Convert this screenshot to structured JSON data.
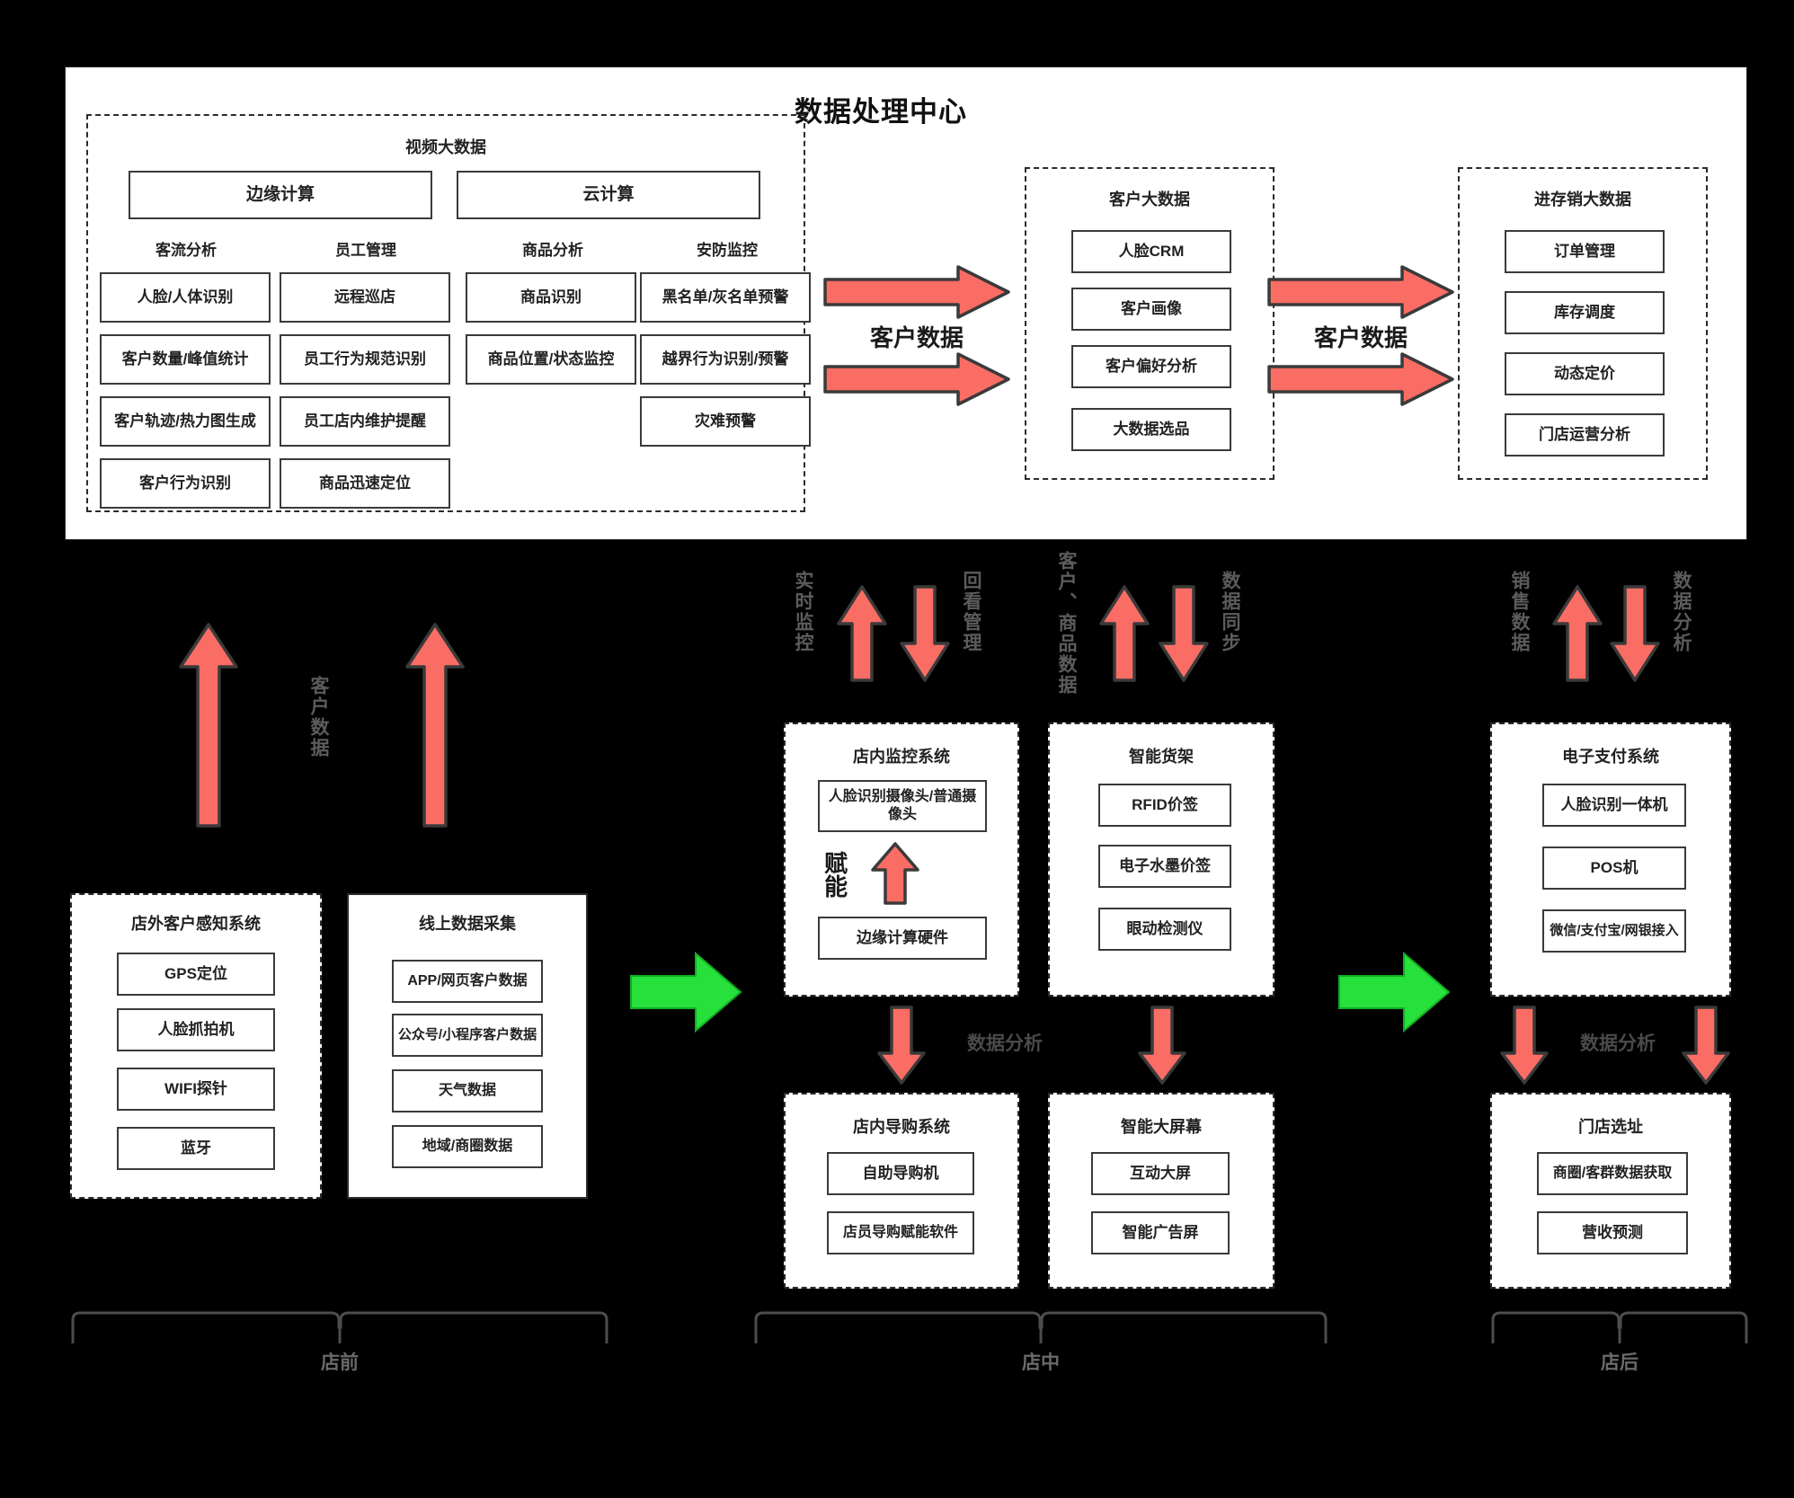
{
  "diagram": {
    "title": "数据处理中心",
    "colors": {
      "arrow_red": "#FA6D64",
      "arrow_green": "#28E03C",
      "box_stroke": "#3a3a3a",
      "panel_bg": "#ffffff"
    }
  },
  "video_big_data": {
    "title": "视频大数据",
    "compute": [
      {
        "label": "边缘计算"
      },
      {
        "label": "云计算"
      }
    ],
    "groups": [
      {
        "title": "客流分析",
        "items": [
          "人脸/人体识别",
          "客户数量/峰值统计",
          "客户轨迹/热力图生成",
          "客户行为识别"
        ]
      },
      {
        "title": "员工管理",
        "items": [
          "远程巡店",
          "员工行为规范识别",
          "员工店内维护提醒",
          "商品迅速定位"
        ]
      },
      {
        "title": "商品分析",
        "items": [
          "商品识别",
          "商品位置/状态监控"
        ]
      },
      {
        "title": "安防监控",
        "items": [
          "黑名单/灰名单预警",
          "越界行为识别/预警",
          "灾难预警"
        ]
      }
    ]
  },
  "customer_big_data": {
    "title": "客户大数据",
    "items": [
      "人脸CRM",
      "客户画像",
      "客户偏好分析",
      "大数据选品"
    ]
  },
  "inventory_big_data": {
    "title": "进存销大数据",
    "items": [
      "订单管理",
      "库存调度",
      "动态定价",
      "门店运营分析"
    ]
  },
  "top_arrow_labels": {
    "left": "客户数据",
    "right": "客户数据"
  },
  "vertical_labels": {
    "left_customer_data": "客户数据",
    "realtime_monitor": "实时监控",
    "playback_manage": "回看管理",
    "customer_product_data": "客户、商品数据",
    "data_sync": "数据同步",
    "sales_data": "销售数据",
    "data_analysis_right": "数据分析"
  },
  "mid_labels": {
    "data_analysis_center": "数据分析",
    "data_analysis_right": "数据分析",
    "enable": "赋能"
  },
  "store_front": {
    "outside_sensing": {
      "title": "店外客户感知系统",
      "items": [
        "GPS定位",
        "人脸抓拍机",
        "WIFI探针",
        "蓝牙"
      ]
    },
    "online_collect": {
      "title": "线上数据采集",
      "items": [
        "APP/网页客户数据",
        "公众号/小程序客户数据",
        "天气数据",
        "地域/商圈数据"
      ]
    }
  },
  "store_mid": {
    "monitor_system": {
      "title": "店内监控系统",
      "top_item": "人脸识别摄像头/普通摄像头",
      "bottom_item": "边缘计算硬件"
    },
    "smart_shelf": {
      "title": "智能货架",
      "items": [
        "RFID价签",
        "电子水墨价签",
        "眼动检测仪"
      ]
    },
    "guide_system": {
      "title": "店内导购系统",
      "items": [
        "自助导购机",
        "店员导购赋能软件"
      ]
    },
    "big_screen": {
      "title": "智能大屏幕",
      "items": [
        "互动大屏",
        "智能广告屏"
      ]
    }
  },
  "store_back": {
    "payment_system": {
      "title": "电子支付系统",
      "items": [
        "人脸识别一体机",
        "POS机",
        "微信/支付宝/网银接入"
      ]
    },
    "site_selection": {
      "title": "门店选址",
      "items": [
        "商圈/客群数据获取",
        "营收预测"
      ]
    }
  },
  "brackets": [
    {
      "label": "店前"
    },
    {
      "label": "店中"
    },
    {
      "label": "店后"
    }
  ]
}
